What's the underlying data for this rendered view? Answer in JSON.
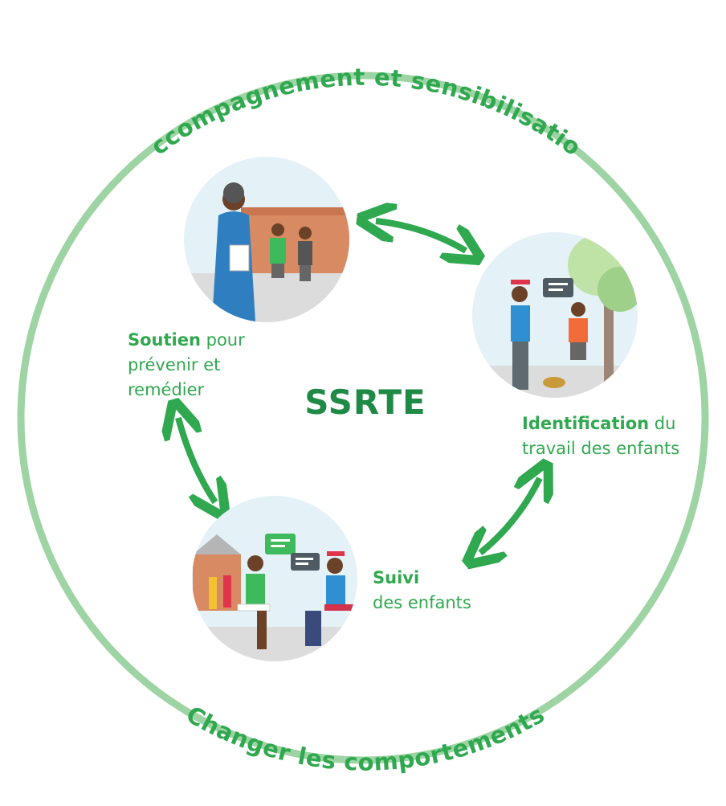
{
  "outer_ring": {
    "top_text": "Accompagnement et sensibilisation",
    "bottom_text": "Changer les comportements",
    "ring_color": "#9ed4a4"
  },
  "center_title": "SSRTE",
  "steps": {
    "soutien": {
      "bold": "Soutien",
      "rest_line1": " pour",
      "line2": "prévenir et",
      "line3": "remédier"
    },
    "identification": {
      "bold": "Identification",
      "rest_line1": " du",
      "line2": "travail des enfants"
    },
    "suivi": {
      "bold": "Suivi",
      "line2": "des enfants"
    }
  },
  "colors": {
    "accent": "#2fa84f",
    "title": "#1f8a45",
    "arrow": "#2fa84f",
    "ring": "#9ed4a4"
  },
  "icons": [
    "speech-bubble-icon",
    "double-arrow-icon"
  ]
}
